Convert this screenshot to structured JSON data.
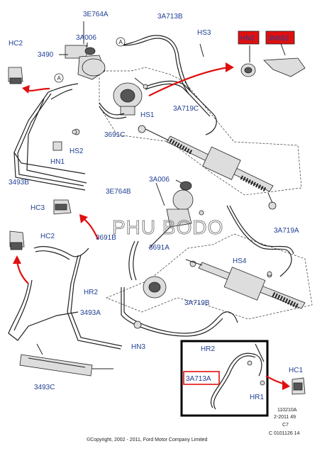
{
  "labels": {
    "l_3e764a": "3E764A",
    "l_3a713b": "3A713B",
    "l_hc2_top": "HC2",
    "l_3a006_top": "3A006",
    "l_3490": "3490",
    "l_hs3": "HS3",
    "l_hn2": "HN2",
    "l_3n662": "3N662",
    "l_hs1": "HS1",
    "l_3a719c": "3A719C",
    "l_3691c": "3691C",
    "l_hs2": "HS2",
    "l_hn1": "HN1",
    "l_3493b": "3493B",
    "l_3a006_mid": "3A006",
    "l_3e764b": "3E764B",
    "l_hc3": "HC3",
    "l_3a719a": "3A719A",
    "l_hc2_mid": "HC2",
    "l_3691b": "3691B",
    "l_3691a": "3691A",
    "l_hs4": "HS4",
    "l_hr2_left": "HR2",
    "l_3493a": "3493A",
    "l_3a719b": "3A719B",
    "l_hn3": "HN3",
    "l_hr2_box": "HR2",
    "l_3a713a": "3A713A",
    "l_hc1": "HC1",
    "l_hr1": "HR1",
    "l_3493c": "3493C",
    "l_a1": "A",
    "l_a2": "A"
  },
  "watermark": "PHU BODO",
  "footer": {
    "ref1": "110210A",
    "ref2": "2-2011 49",
    "ref3": "C7",
    "ref4": "C 0101126 14",
    "copyright": "©Copyright, 2002 - 2011, Ford Motor Company Limited"
  },
  "colors": {
    "label": "#1f3f93",
    "highlight_fill": "#e01010",
    "arrow": "#e01010"
  }
}
